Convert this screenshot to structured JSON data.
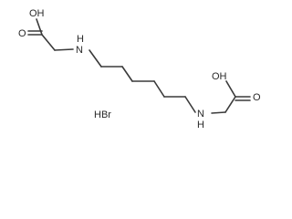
{
  "molecule": {
    "labels": {
      "oh_top": "OH",
      "o_top": "O",
      "n_left": "N",
      "h_left": "H",
      "n_right": "N",
      "h_right": "H",
      "oh_right": "OH",
      "o_right": "O"
    },
    "salt": "HBr"
  }
}
